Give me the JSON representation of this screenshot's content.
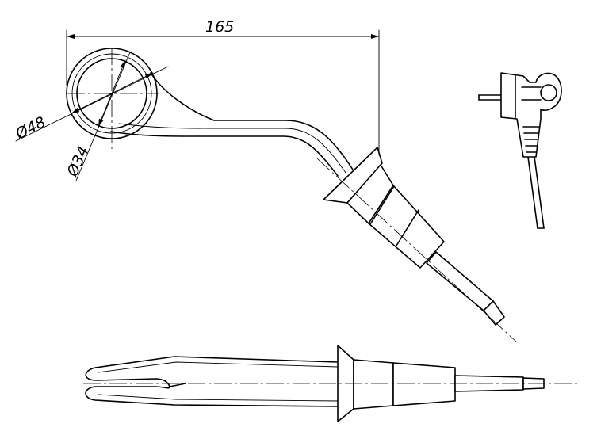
{
  "dimensions": {
    "length": "165",
    "outer_diameter": "Ø48",
    "inner_diameter": "Ø34"
  },
  "views": {
    "main": "side-view-heater",
    "plan": "top-view-heater",
    "plug": "plug-detail"
  }
}
